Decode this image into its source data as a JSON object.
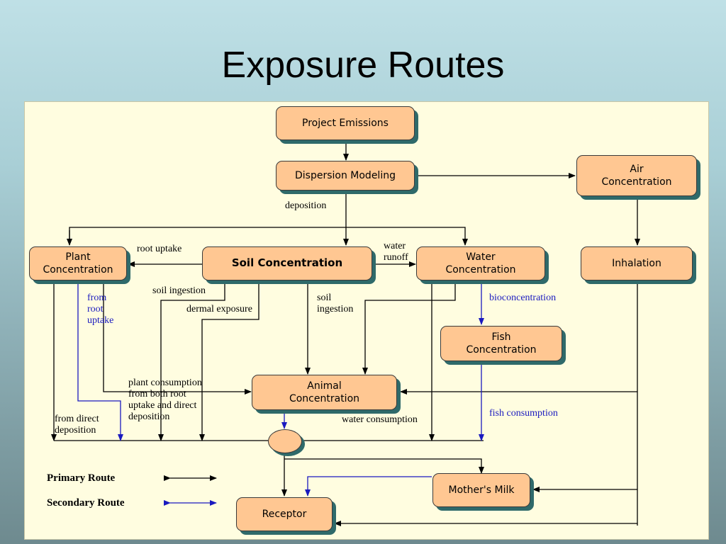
{
  "title": "Exposure Routes",
  "nodes": {
    "project_emissions": "Project Emissions",
    "dispersion_modeling": "Dispersion Modeling",
    "air_concentration": "Air\nConcentration",
    "plant_concentration": "Plant\nConcentration",
    "soil_concentration": "Soil Concentration",
    "water_concentration": "Water\nConcentration",
    "inhalation": "Inhalation",
    "fish_concentration": "Fish\nConcentration",
    "animal_concentration": "Animal\nConcentration",
    "mothers_milk": "Mother's Milk",
    "receptor": "Receptor"
  },
  "edge_labels": {
    "deposition": "deposition",
    "root_uptake": "root uptake",
    "water_runoff": "water\nrunoff",
    "soil_ingestion_1": "soil ingestion",
    "dermal_exposure": "dermal exposure",
    "soil_ingestion_2": "soil\ningestion",
    "from_root_uptake": "from\nroot\nuptake",
    "bioconcentration": "bioconcentration",
    "plant_consumption": "plant consumption\nfrom both root\nuptake and direct\ndeposition",
    "from_direct_deposition": "from direct\ndeposition",
    "water_consumption": "water consumption",
    "fish_consumption": "fish consumption"
  },
  "legend": {
    "primary": "Primary Route",
    "secondary": "Secondary Route"
  },
  "colors": {
    "box_fill": "#ffc792",
    "box_shadow": "#2f6a6a",
    "panel": "#fffde0",
    "primary_line": "#000000",
    "secondary_line": "#1a1abf"
  }
}
